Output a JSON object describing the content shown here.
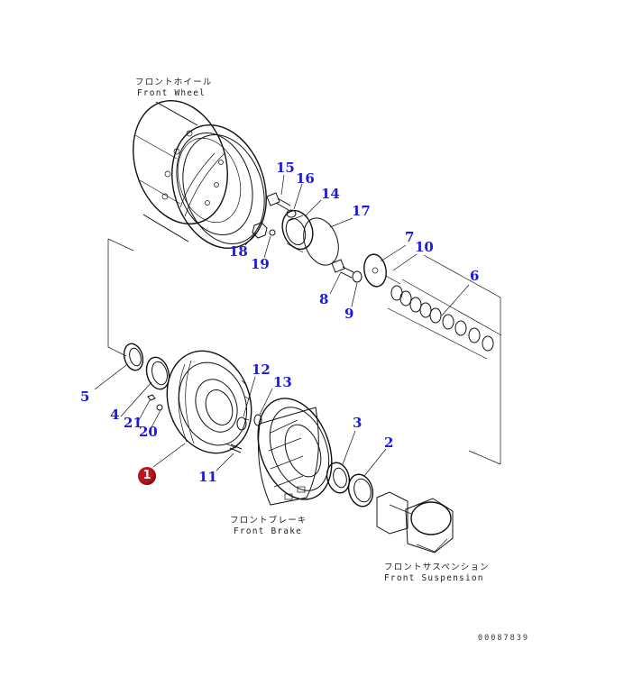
{
  "colors": {
    "callout": "#1a1adf",
    "line": "#111111",
    "badge": "#c0141a"
  },
  "captions": {
    "front_wheel": {
      "jp": "フロントホイール",
      "en": "Front Wheel"
    },
    "front_brake": {
      "jp": "フロントブレーキ",
      "en": "Front Brake"
    },
    "front_suspension": {
      "jp": "フロントサスペンション",
      "en": "Front Suspension"
    }
  },
  "highlight_badge": "1",
  "callouts": [
    "2",
    "3",
    "4",
    "5",
    "6",
    "7",
    "8",
    "9",
    "10",
    "11",
    "12",
    "13",
    "14",
    "15",
    "16",
    "17",
    "18",
    "19",
    "20",
    "21"
  ],
  "document_number": "00087839"
}
